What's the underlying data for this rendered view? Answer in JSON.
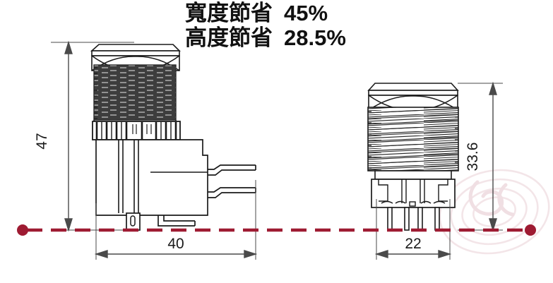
{
  "title": {
    "line1": {
      "label": "寬度節省",
      "value": "45%"
    },
    "line2": {
      "label": "高度節省",
      "value": "28.5%"
    }
  },
  "dimensions": {
    "left_height": "47",
    "left_width": "40",
    "right_height": "33.6",
    "right_width": "22"
  },
  "colors": {
    "line": "#1a1a1a",
    "centerline": "#9e1b32",
    "thread_fill": "#3c3c3c",
    "dimension_line": "#444444",
    "watermark": "#f0d9dd"
  },
  "figures": {
    "left": {
      "name": "large-push-button-switch-side-view"
    },
    "right": {
      "name": "compact-push-button-switch-side-view"
    }
  }
}
